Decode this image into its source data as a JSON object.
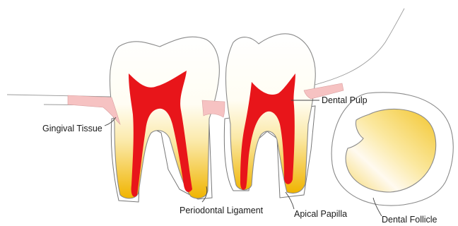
{
  "labels": {
    "gingival_tissue": "Gingival Tissue",
    "dental_pulp": "Dental Pulp",
    "periodontal_ligament": "Periodontal Ligament",
    "apical_papilla": "Apical Papilla",
    "dental_follicle": "Dental Follicle"
  },
  "colors": {
    "pulp": "#e8151a",
    "gingiva": "#f6c2c2",
    "dentin_gradient_start": "#ffffff",
    "dentin_gradient_mid": "#fbe9a8",
    "dentin_gradient_end": "#f0b400",
    "follicle_gradient_start": "#fff6cc",
    "follicle_gradient_end": "#efc52a"
  }
}
